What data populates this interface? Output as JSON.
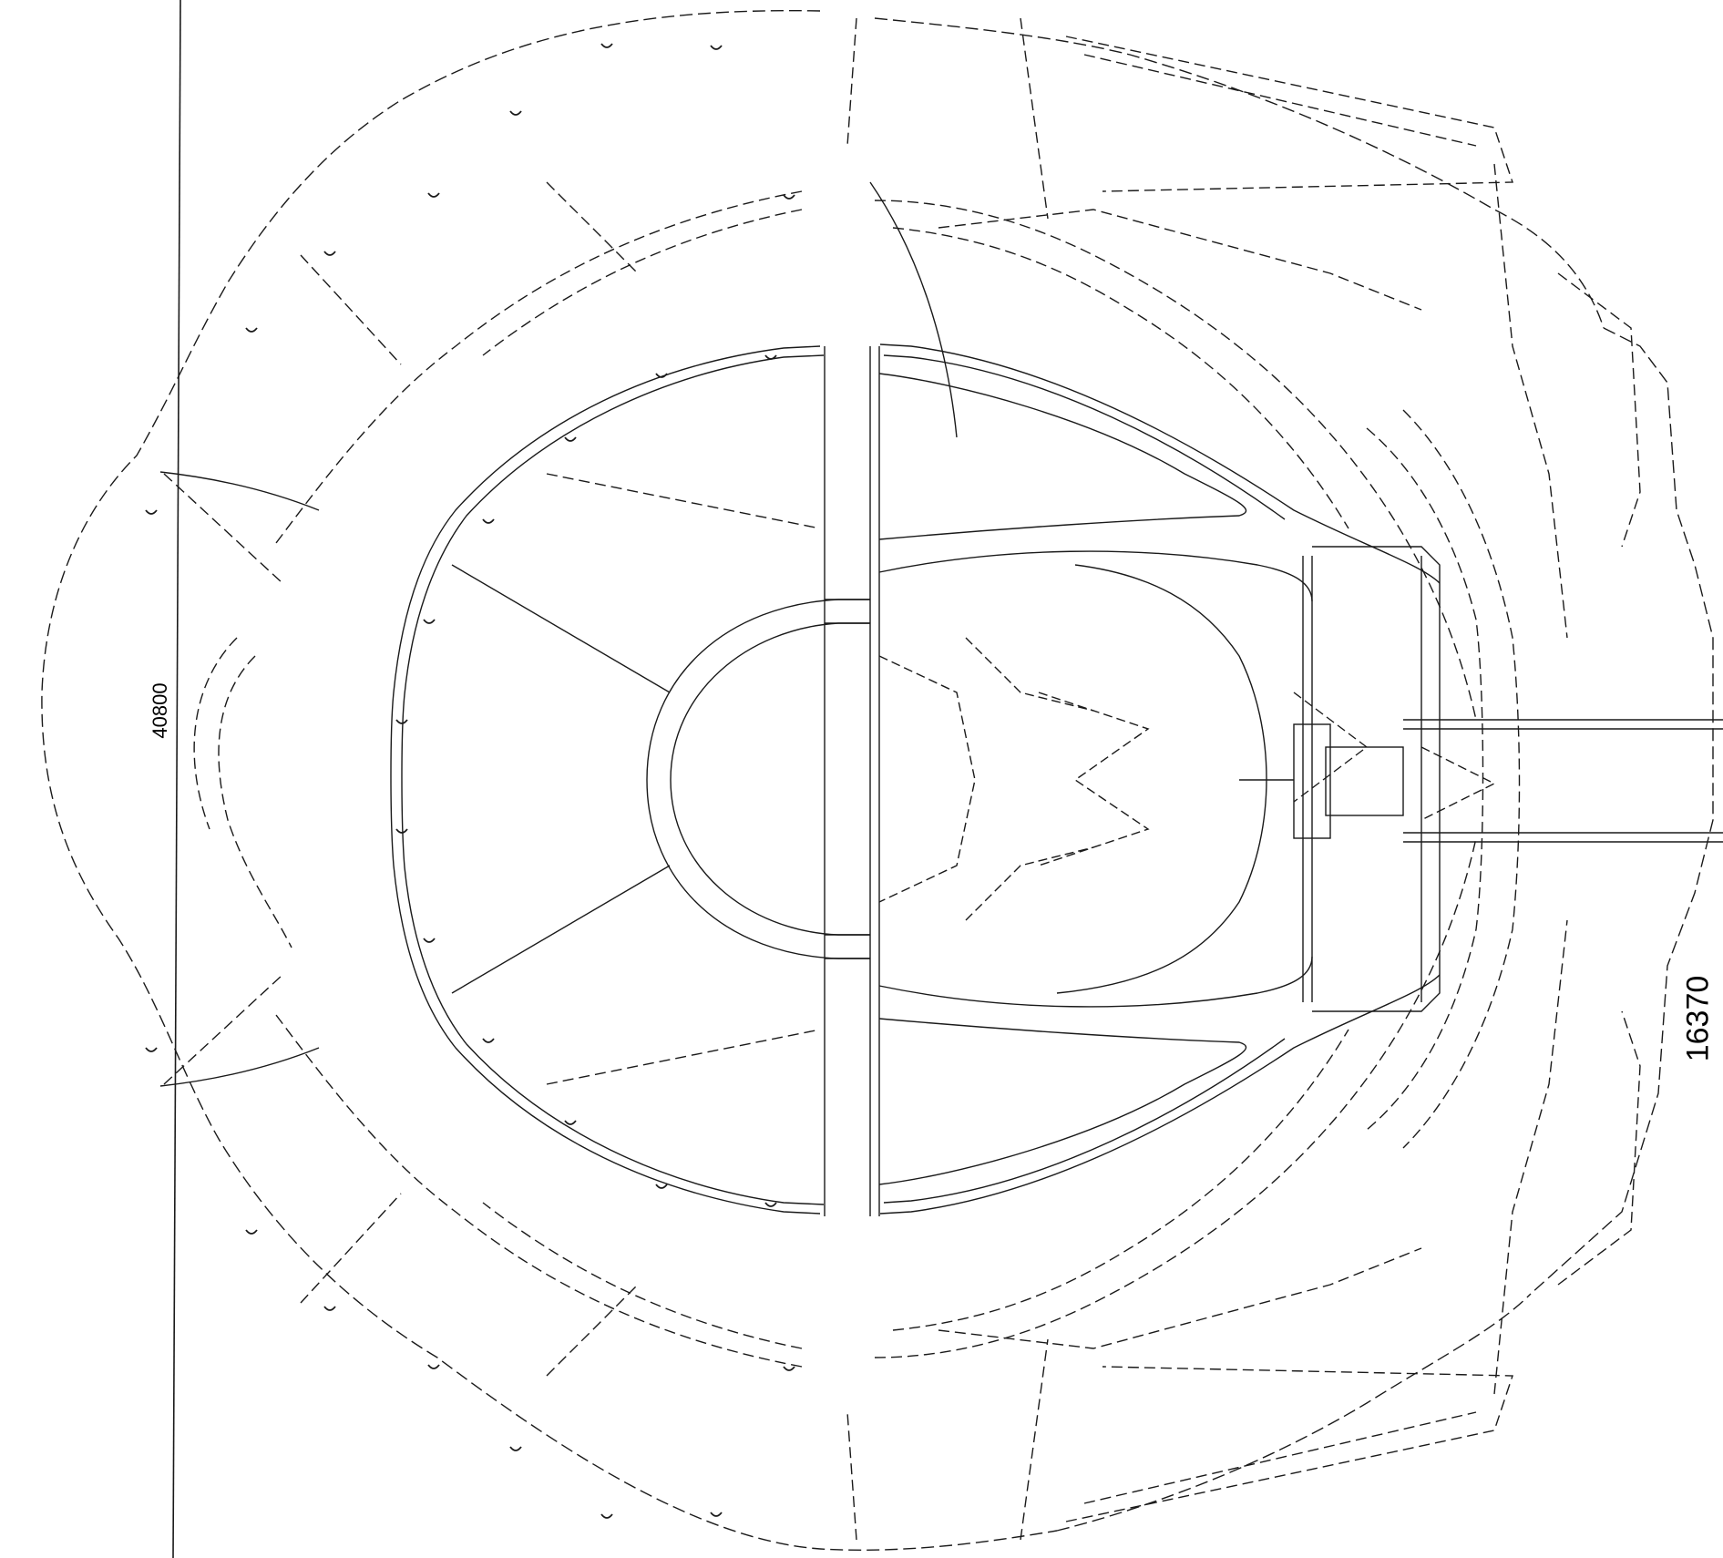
{
  "dimensions": {
    "left_label": "40800",
    "right_label": "16370"
  },
  "colors": {
    "line": "#1a1a1a",
    "background": "#ffffff"
  },
  "line_styles": [
    "solid",
    "dashed"
  ]
}
